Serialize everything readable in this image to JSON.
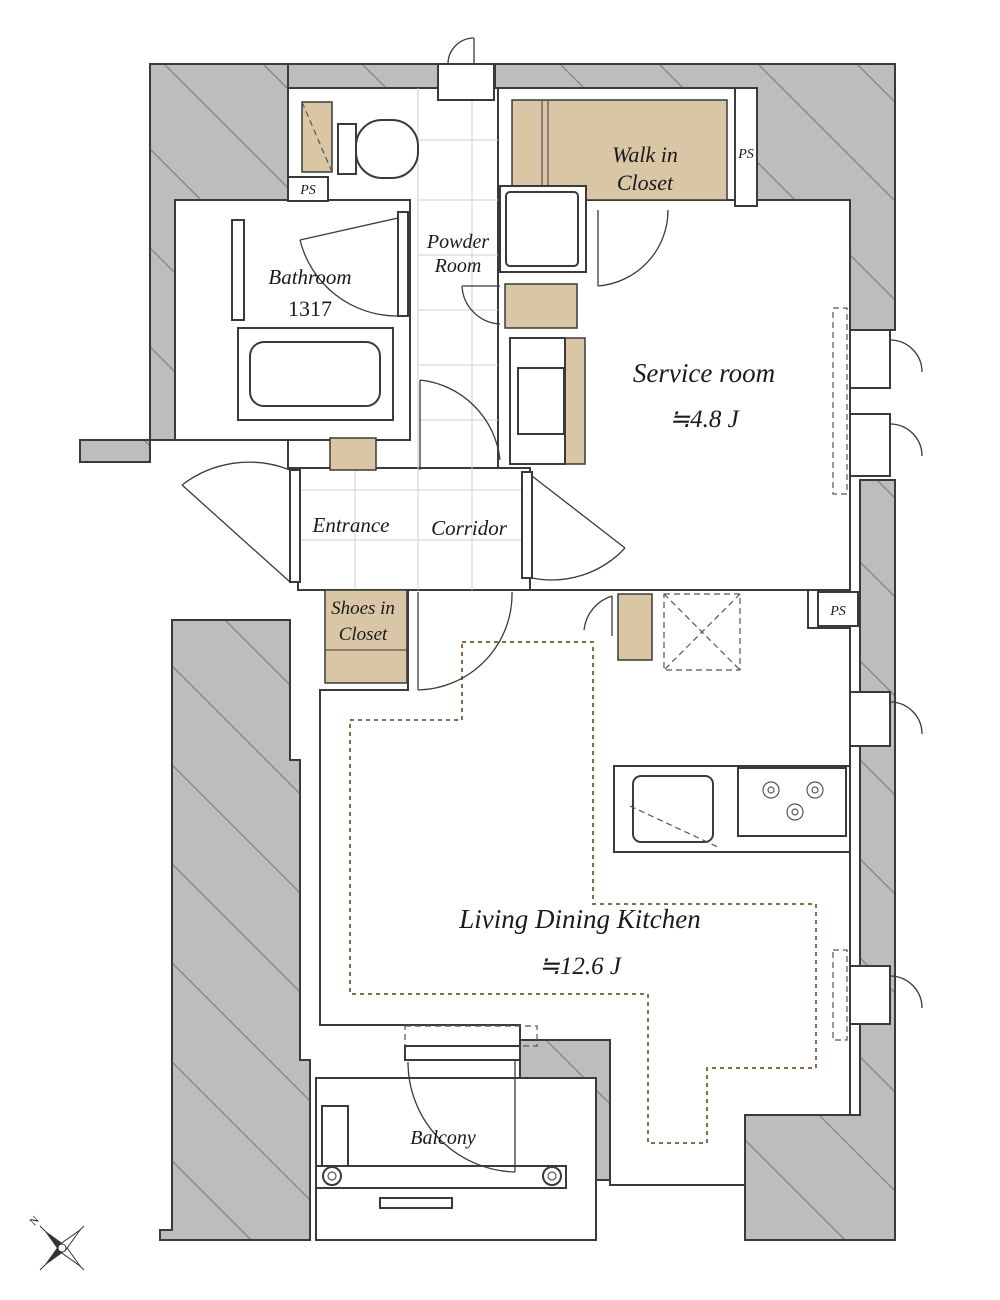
{
  "colors": {
    "wall": "#bdbdbd",
    "storage": "#d8c6a4",
    "outline": "#3a3a3a",
    "guide": "#8c6a48"
  },
  "rooms": {
    "walk_in_closet": [
      "Walk in",
      "Closet"
    ],
    "bathroom": "Bathroom",
    "bathroom_size": "1317",
    "powder_room": [
      "Powder",
      "Room"
    ],
    "service_room": "Service room",
    "service_room_area": "≒4.8 J",
    "entrance": "Entrance",
    "corridor": "Corridor",
    "shoes_closet": [
      "Shoes in",
      "Closet"
    ],
    "ldk": "Living Dining Kitchen",
    "ldk_area": "≒12.6 J",
    "balcony": "Balcony"
  },
  "pipe_spaces": [
    "PS",
    "PS",
    "PS"
  ],
  "compass": {
    "label": "N",
    "icon": "compass-rose-icon"
  }
}
